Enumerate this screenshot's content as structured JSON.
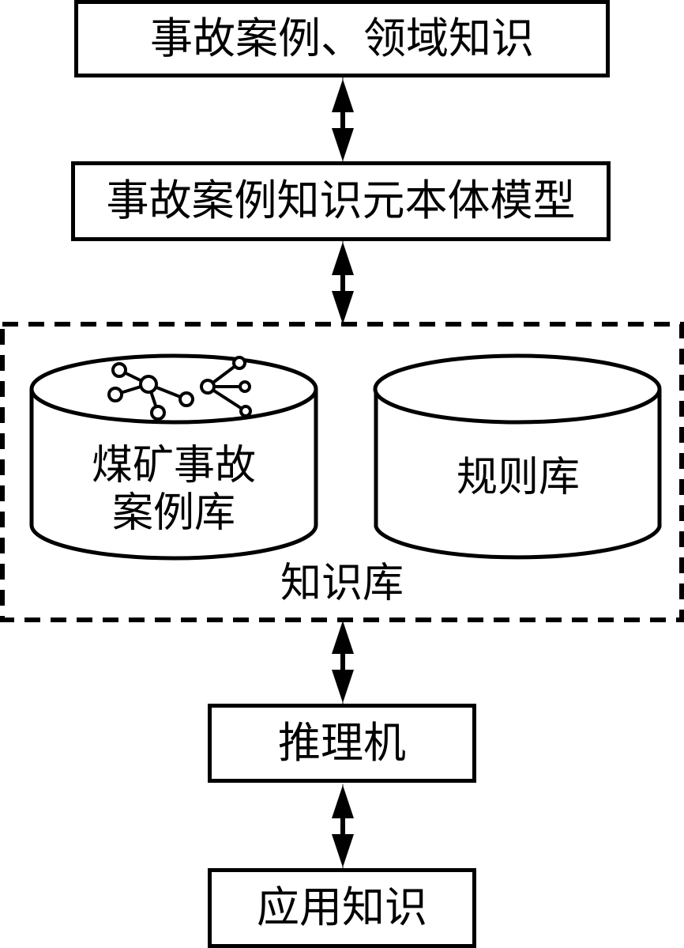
{
  "diagram": {
    "boxes": {
      "source": "事故案例、领域知识",
      "ontology": "事故案例知识元本体模型",
      "inference": "推理机",
      "application": "应用知识"
    },
    "knowledge_base": {
      "label": "知识库",
      "databases": {
        "case_db_line1": "煤矿事故",
        "case_db_line2": "案例库",
        "rule_db": "规则库"
      }
    },
    "connections": [
      {
        "from": "source",
        "to": "ontology",
        "type": "bidirectional-arrow"
      },
      {
        "from": "ontology",
        "to": "knowledge_base",
        "type": "bidirectional-arrow"
      },
      {
        "from": "knowledge_base",
        "to": "inference",
        "type": "bidirectional-arrow"
      },
      {
        "from": "inference",
        "to": "application",
        "type": "bidirectional-arrow"
      }
    ],
    "icons": {
      "case_db": "network-graph-icon"
    }
  }
}
